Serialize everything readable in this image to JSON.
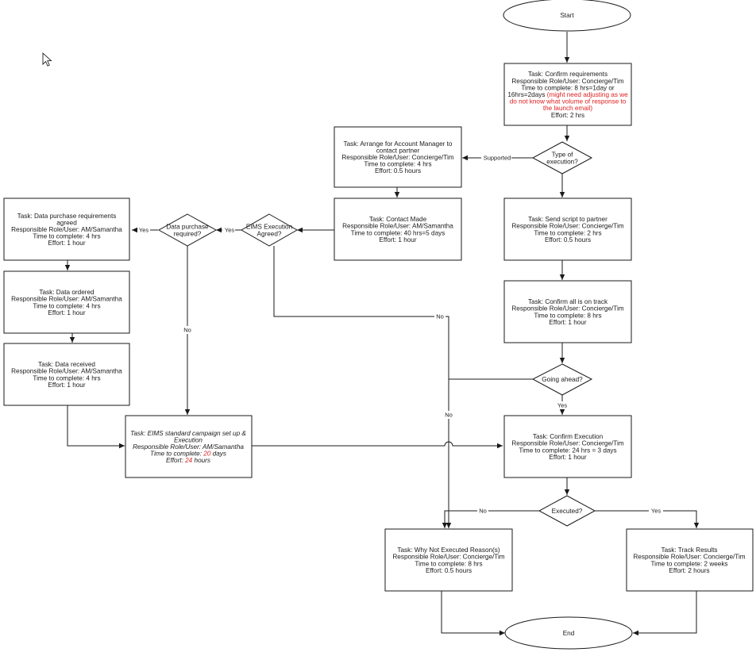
{
  "nodes": {
    "start": {
      "lines": [
        "Start"
      ]
    },
    "confirm_req": {
      "lines": [
        [
          {
            "t": "Task: Confirm requirements"
          }
        ],
        [
          {
            "t": "Responsible Role/User: Concierge/Tim"
          }
        ],
        [
          {
            "t": "Time to complete: 8 hrs=1day or"
          }
        ],
        [
          {
            "t": "16hrs=2days "
          },
          {
            "t": "(might need adjusting as we",
            "red": true
          }
        ],
        [
          {
            "t": "do not know what volume of response to",
            "red": true
          }
        ],
        [
          {
            "t": "the launch email)",
            "red": true
          }
        ],
        [
          {
            "t": "Effort: 2 hrs"
          }
        ]
      ]
    },
    "type_exec": {
      "lines": [
        "Type of",
        "execution?"
      ]
    },
    "arrange_am": {
      "lines": [
        "Task: Arrange for Account Manager to",
        "contact partner",
        "Responsible Role/User: Concierge/Tim",
        "Time to complete: 4 hrs",
        "Effort: 0.5 hours"
      ]
    },
    "contact_made": {
      "lines": [
        "Task: Contact Made",
        "Responsible Role/User: AM/Samantha",
        "Time to complete: 40 hrs=5 days",
        "Effort: 1 hour"
      ]
    },
    "eims_agreed": {
      "lines": [
        "EIMS Execution",
        "Agreed?"
      ]
    },
    "data_purchase_q": {
      "lines": [
        "Data purchase",
        "required?"
      ]
    },
    "data_req": {
      "lines": [
        "Task: Data purchase requirements",
        "agreed",
        "Responsible Role/User: AM/Samantha",
        "Time to complete: 4 hrs",
        "Effort: 1 hour"
      ]
    },
    "data_ordered": {
      "lines": [
        "Task: Data ordered",
        "Responsible Role/User: AM/Samantha",
        "Time to complete: 4 hrs",
        "Effort: 1 hour"
      ]
    },
    "data_received": {
      "lines": [
        "Task: Data received",
        "Responsible Role/User: AM/Samantha",
        "Time to complete: 4 hrs",
        "Effort: 1 hour"
      ]
    },
    "eims_setup": {
      "lines": [
        [
          {
            "t": "Task: EIMS standard campaign set up &"
          }
        ],
        [
          {
            "t": "Execution"
          }
        ],
        [
          {
            "t": "Responsible Role/User: AM/Samantha"
          }
        ],
        [
          {
            "t": "Time to complete: "
          },
          {
            "t": "20",
            "red": true
          },
          {
            "t": " days"
          }
        ],
        [
          {
            "t": "Effort: "
          },
          {
            "t": "24",
            "red": true
          },
          {
            "t": " hours"
          }
        ]
      ]
    },
    "send_script": {
      "lines": [
        "Task: Send script to partner",
        "Responsible Role/User: Concierge/Tim",
        "Time to complete: 2 hrs",
        "Effort: 0.5 hours"
      ]
    },
    "confirm_track": {
      "lines": [
        "Task: Confirm all is on track",
        "Responsible Role/User: Concierge/Tim",
        "Time to complete: 8 hrs",
        "Effort: 1 hour"
      ]
    },
    "going_ahead": {
      "lines": [
        "Going ahead?"
      ]
    },
    "confirm_exec": {
      "lines": [
        "Task: Confirm Execution",
        "Responsible Role/User: Concierge/Tim",
        "Time to complete: 24 hrs = 3 days",
        "Effort: 1 hour"
      ]
    },
    "executed": {
      "lines": [
        "Executed?"
      ]
    },
    "why_not": {
      "lines": [
        "Task: Why Not Executed Reason(s)",
        "Responsible Role/User:  Concierge/Tim",
        "Time to complete: 8 hrs",
        "Effort: 0.5 hours"
      ]
    },
    "track_results": {
      "lines": [
        "Task: Track Results",
        "Responsible Role/User: Concierge/Tim",
        "Time to complete: 2 weeks",
        "Effort: 2 hours"
      ]
    },
    "end": {
      "lines": [
        "End"
      ]
    }
  },
  "edge_labels": {
    "supported": "Supported",
    "yes_eims": "Yes",
    "yes_data": "Yes",
    "no_data": "No",
    "no_eims": "No",
    "yes_going": "Yes",
    "no_going": "No",
    "no_executed": "No",
    "yes_executed": "Yes"
  },
  "colors": {
    "line": "#1a1a1a",
    "highlight": "#e02020"
  }
}
